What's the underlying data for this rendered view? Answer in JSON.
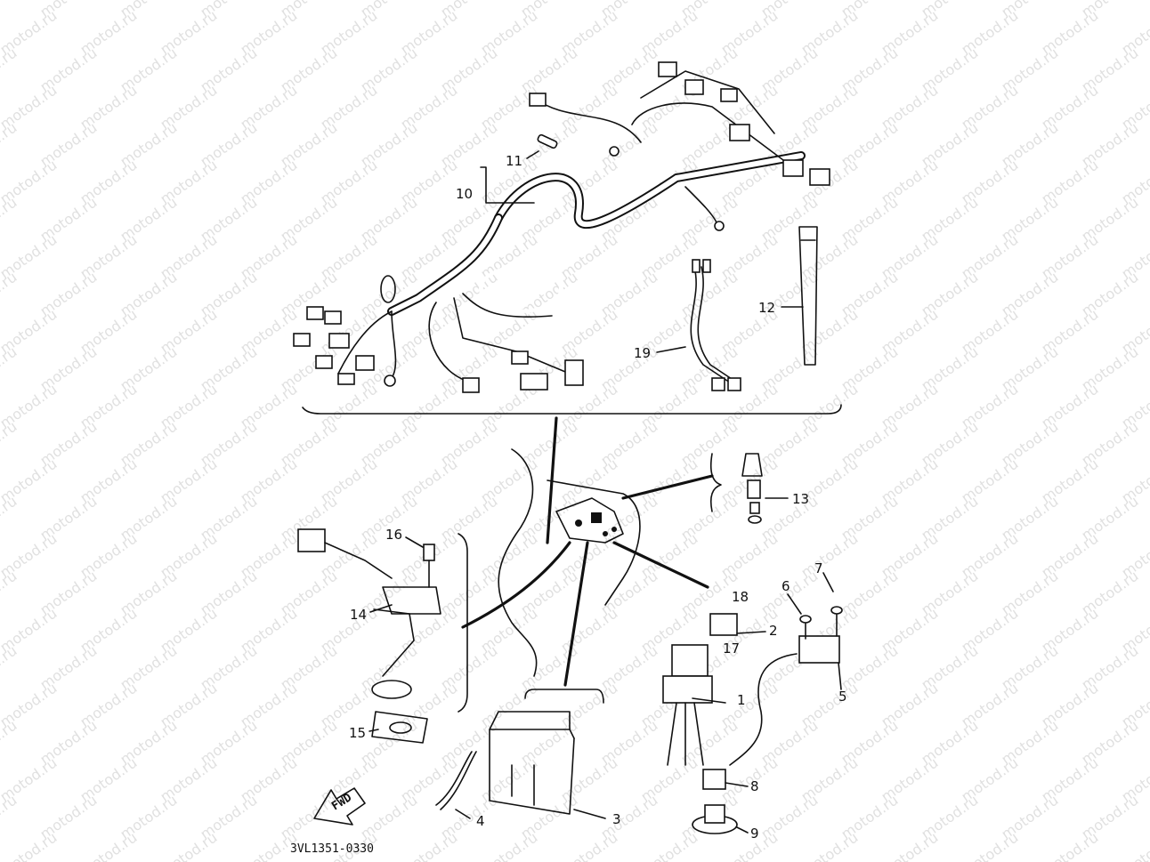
{
  "watermark": "motod.ru",
  "diagram_code": "3VL1351-0330",
  "direction_badge": "FWD",
  "callouts": [
    "1",
    "2",
    "3",
    "4",
    "5",
    "6",
    "7",
    "8",
    "9",
    "10",
    "11",
    "12",
    "13",
    "14",
    "15",
    "16",
    "17",
    "18",
    "19"
  ]
}
